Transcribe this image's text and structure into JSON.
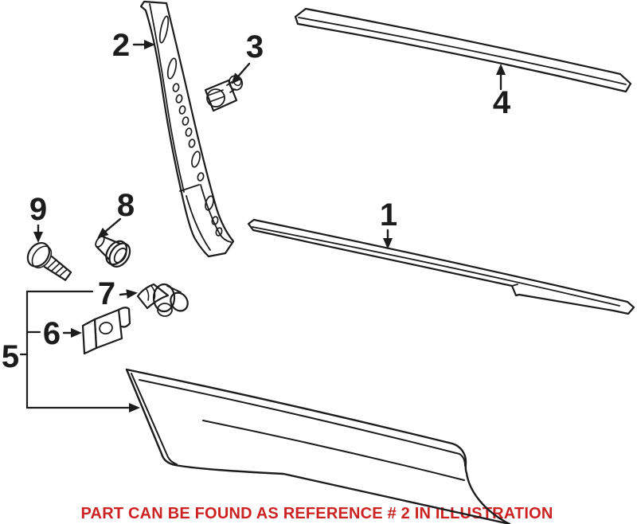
{
  "colors": {
    "line": "#1c1c1c",
    "note": "#cc2222",
    "background": "#ffffff"
  },
  "labels": {
    "p1": "1",
    "p2": "2",
    "p3": "3",
    "p4": "4",
    "p5": "5",
    "p6": "6",
    "p7": "7",
    "p8": "8",
    "p9": "9"
  },
  "note": {
    "text": "PART CAN BE FOUND AS REFERENCE # 2 IN ILLUSTRATION"
  }
}
